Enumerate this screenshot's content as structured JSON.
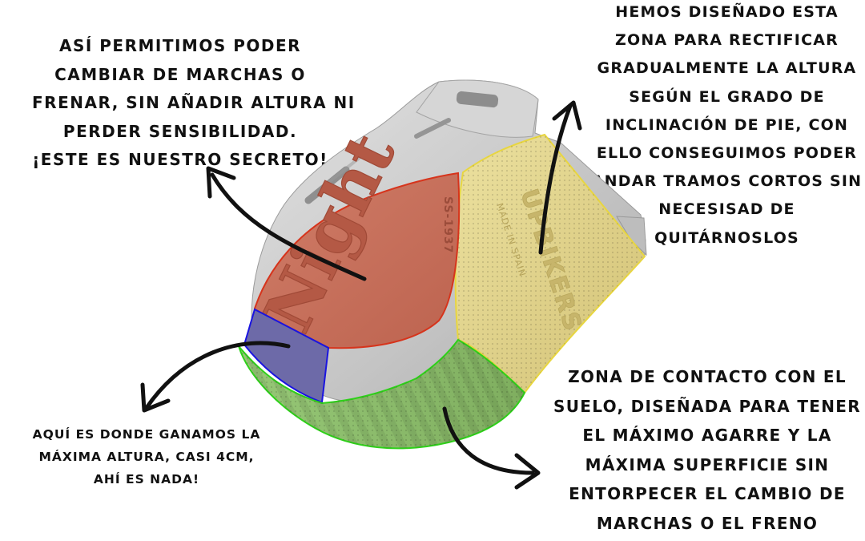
{
  "annotations": {
    "top_left": {
      "lines": [
        "Así permitimos poder",
        "cambiar de marchas o",
        "frenar, sin añadir altura ni",
        "perder sensibilidad.",
        "¡Este es nuestro secreto!"
      ]
    },
    "top_right": {
      "lines": [
        "Hemos diseñado esta",
        "zona para rectificar",
        "gradualmente la altura",
        "según el grado de",
        "inclinación de pie, con",
        "ello conseguimos poder",
        "andar tramos cortos sin",
        "necesisad de",
        "quitárnoslos"
      ]
    },
    "bottom_left": {
      "lines": [
        "Aquí es donde ganamos la",
        "máxima altura, casi 4cm,",
        "ahí es nada!"
      ]
    },
    "bottom_right": {
      "lines": [
        "Zona de contacto con el",
        "suelo, diseñada para tener",
        "el máximo agarre y la",
        "máxima superficie sin",
        "entorpecer el cambio de",
        "marchas o el freno"
      ]
    }
  },
  "product": {
    "red_logo": "Night",
    "red_label": "SS-1937",
    "yellow_logo": "UPBIKERS",
    "yellow_subtext": "MADE IN SPAIN"
  },
  "colors": {
    "body_grey": "#c9c9c9",
    "red_zone": "#c8705c",
    "yellow_zone": "#e3d389",
    "blue_zone": "#6d6aa8",
    "green_zone": "#8bbb6a",
    "arrow": "#111111"
  }
}
